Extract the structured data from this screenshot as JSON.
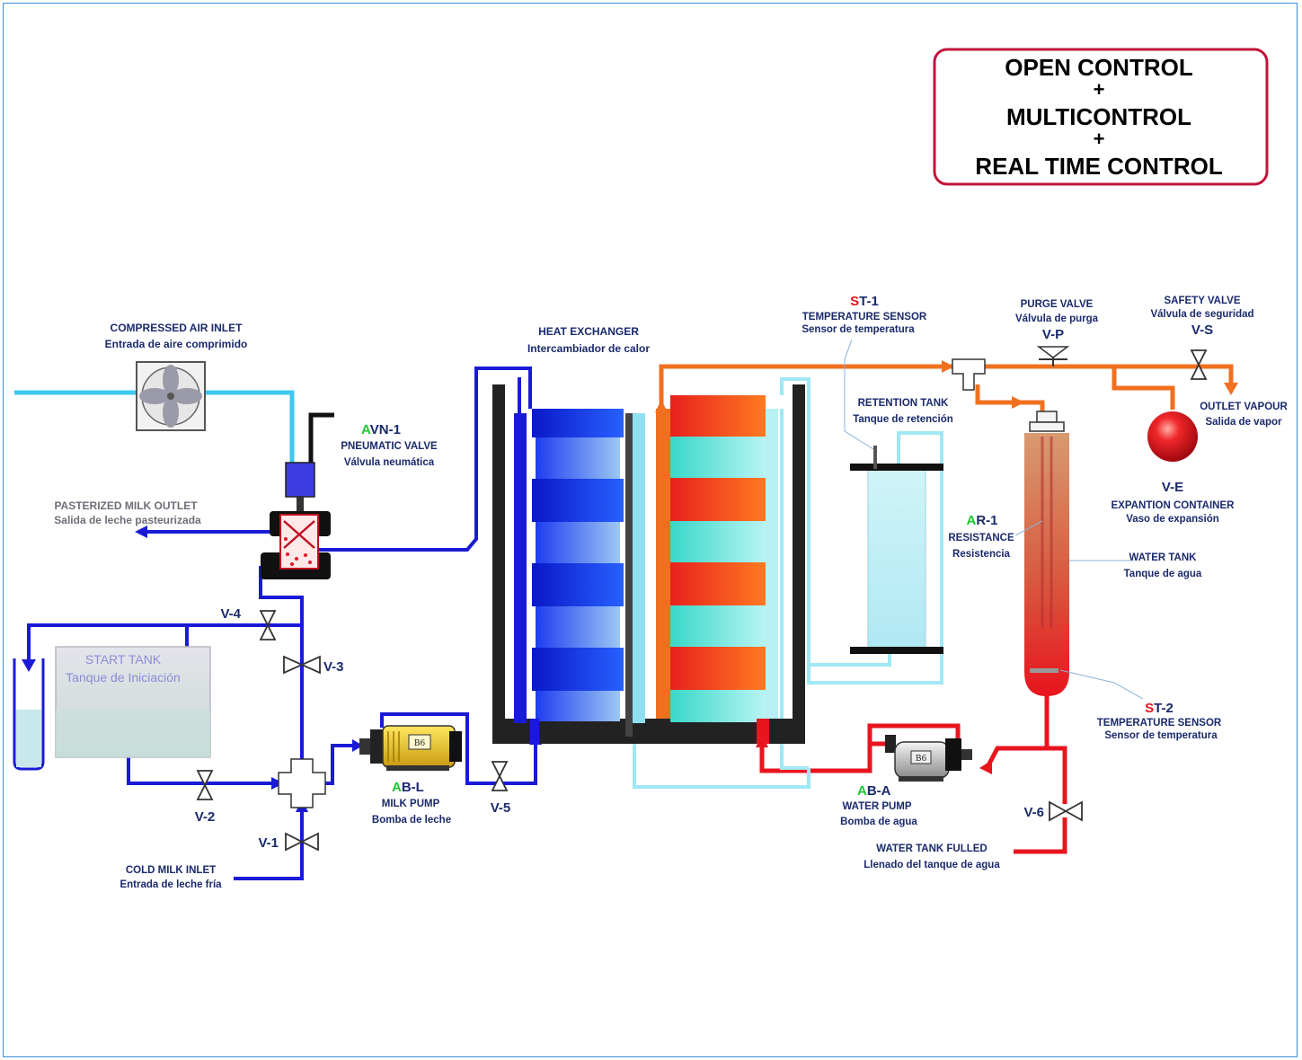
{
  "control_box": {
    "line1": "OPEN CONTROL",
    "plus1": "+",
    "line2": "MULTICONTROL",
    "plus2": "+",
    "line3": "REAL TIME CONTROL",
    "border_color": "#c0143c"
  },
  "labels": {
    "compressed_air": {
      "en": "COMPRESSED AIR INLET",
      "es": "Entrada de aire comprimido"
    },
    "avn1": {
      "first": "A",
      "rest": "VN-1",
      "en": "PNEUMATIC VALVE",
      "es": "Válvula neumática"
    },
    "pasteurized_outlet": {
      "en": "PASTERIZED MILK OUTLET",
      "es": "Salida de leche pasteurizada"
    },
    "start_tank": {
      "en": "START TANK",
      "es": "Tanque  de Iniciación"
    },
    "cold_milk": {
      "en": "COLD MILK INLET",
      "es": "Entrada de leche fría"
    },
    "abl": {
      "first": "A",
      "rest": "B-L",
      "en": "MILK PUMP",
      "es": "Bomba de leche"
    },
    "heat_exchanger": {
      "en": "HEAT EXCHANGER",
      "es": "Intercambiador de calor"
    },
    "st1": {
      "first": "S",
      "rest": "T-1",
      "en": "TEMPERATURE  SENSOR",
      "es": "Sensor de temperatura"
    },
    "retention_tank": {
      "en": "RETENTION TANK",
      "es": "Tanque de retención"
    },
    "purge_valve": {
      "en": "PURGE VALVE",
      "es": "Válvula de purga",
      "tag": "V-P"
    },
    "safety_valve": {
      "en": "SAFETY VALVE",
      "es": "Válvula de seguridad",
      "tag": "V-S"
    },
    "outlet_vapour": {
      "en": "OUTLET VAPOUR",
      "es": "Salida de vapor"
    },
    "ve": {
      "tag": "V-E",
      "en": "EXPANTION CONTAINER",
      "es": "Vaso de expansión"
    },
    "ar1": {
      "first": "A",
      "rest": "R-1",
      "en": "RESISTANCE",
      "es": "Resistencia"
    },
    "water_tank": {
      "en": "WATER TANK",
      "es": "Tanque de agua"
    },
    "st2": {
      "first": "S",
      "rest": "T-2",
      "en": "TEMPERATURE  SENSOR",
      "es": "Sensor de temperatura"
    },
    "aba": {
      "first": "A",
      "rest": "B-A",
      "en": "WATER PUMP",
      "es": "Bomba de agua"
    },
    "water_fill": {
      "en": "WATER TANK FULLED",
      "es": "Llenado del tanque de agua"
    }
  },
  "valves": {
    "v1": "V-1",
    "v2": "V-2",
    "v3": "V-3",
    "v4": "V-4",
    "v5": "V-5",
    "v6": "V-6"
  },
  "pump_badge": "B6",
  "colors": {
    "milk_line": "#1a1ad6",
    "air_line": "#3cc8f0",
    "hot_water": "#f07020",
    "red_water": "#e8141e",
    "return_water": "#a0e8f4",
    "tag_green": "#1cc832",
    "tag_red": "#e8141e"
  }
}
